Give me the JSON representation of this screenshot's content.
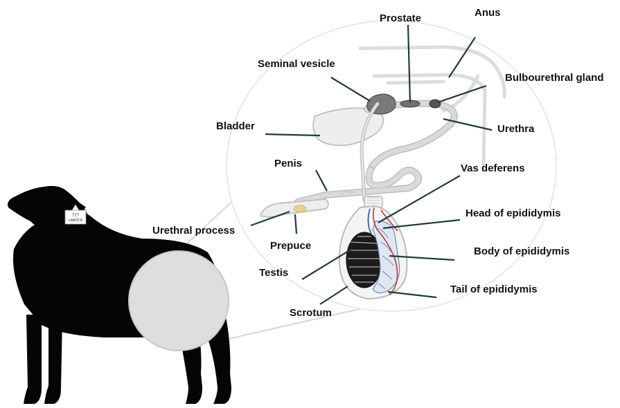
{
  "labels": {
    "prostate": "Prostate",
    "anus": "Anus",
    "seminal_vesicle": "Seminal vesicle",
    "bulbourethral_gland": "Bulbourethral gland",
    "bladder": "Bladder",
    "urethra": "Urethra",
    "penis": "Penis",
    "vas_deferens": "Vas deferens",
    "head_of_epididymis": "Head of epididymis",
    "urethral_process": "Urethral process",
    "prepuce": "Prepuce",
    "body_of_epididymis": "Body of epididymis",
    "testis": "Testis",
    "tail_of_epididymis": "Tail of epididymis",
    "scrotum": "Scrotum"
  },
  "ear_tag": {
    "line1": "777",
    "line2": "LABOCA"
  },
  "colors": {
    "silhouette": "#050505",
    "leader_line": "#1e3b3f",
    "zoom_circle": "#dddddd",
    "gland_dark": "#6f6f6f",
    "testis_dark": "#1c1c1c",
    "artery": "#c0392b",
    "vein": "#1f4e9c",
    "urethral_process": "#e8d48a"
  }
}
